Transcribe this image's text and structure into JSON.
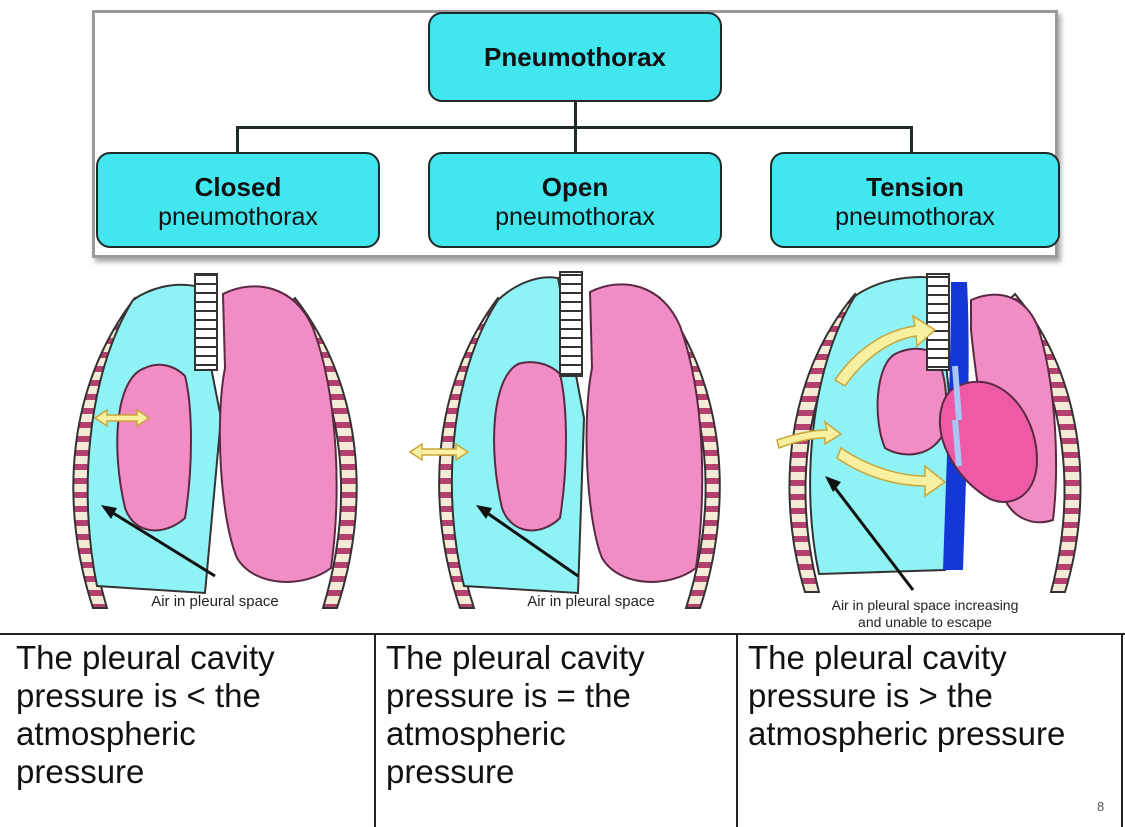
{
  "diagram": {
    "root": {
      "label": "Pneumothorax"
    },
    "types": [
      {
        "title": "Closed",
        "subtitle": "pneumothorax",
        "illustration_caption": "Air in pleural space",
        "description": "The pleural cavity\npressure is < the\natmospheric\npressure"
      },
      {
        "title": "Open",
        "subtitle": "pneumothorax",
        "illustration_caption": "Air in pleural space",
        "description": "The pleural cavity\npressure is = the\natmospheric\npressure"
      },
      {
        "title": "Tension",
        "subtitle": "pneumothorax",
        "illustration_caption": "Air in pleural space increasing\nand unable to escape",
        "description": "The pleural cavity\npressure is > the\natmospheric pressure"
      }
    ],
    "page_number": "8",
    "colors": {
      "node_fill": "#41e6ee",
      "pleural_air": "#8ff3f5",
      "lung": "#f28cc4",
      "lung_outline": "#5a2a44",
      "rib_band": "#b4416d",
      "trachea": "#ffffff",
      "arrow": "#f7f0a0",
      "vessel": "#1437d8"
    }
  }
}
